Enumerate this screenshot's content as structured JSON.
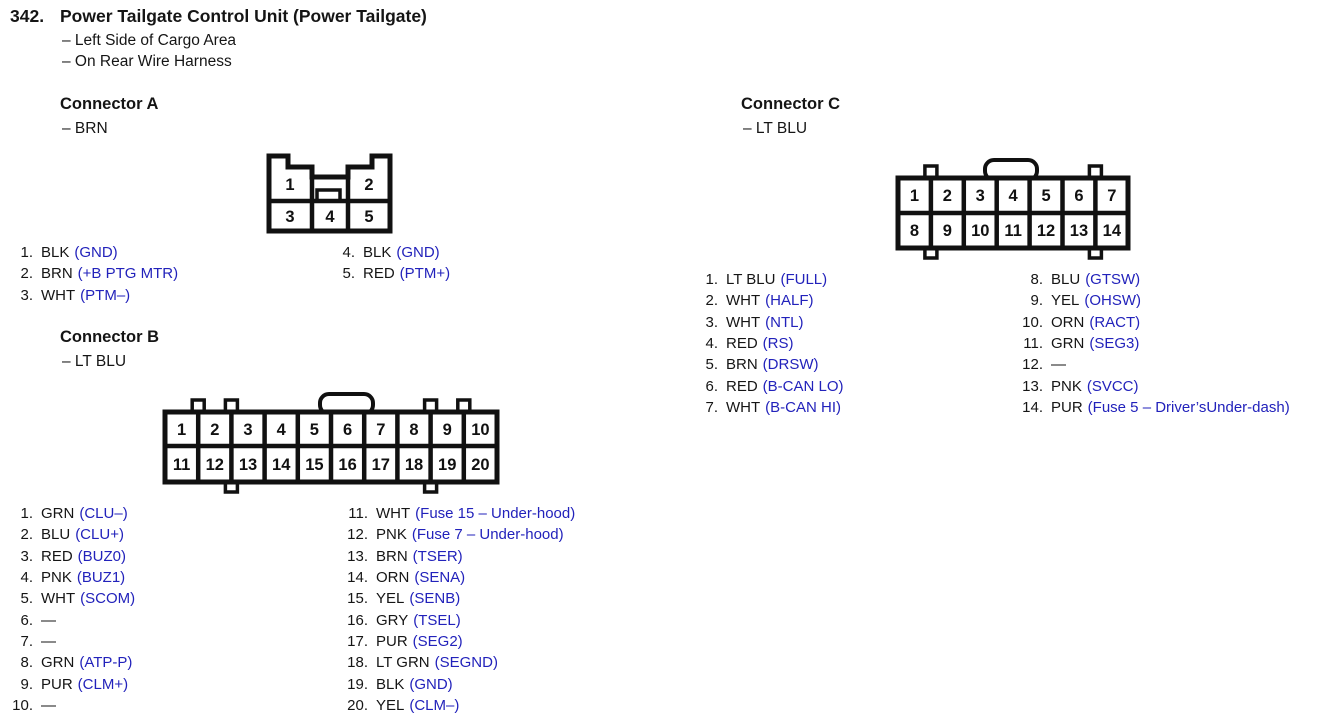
{
  "page": {
    "number": "342.",
    "title": "Power Tailgate Control Unit (Power Tailgate)",
    "location_lines": [
      "– Left Side of Cargo Area",
      "– On Rear Wire Harness"
    ]
  },
  "colors": {
    "signal_blue": "#2222bb",
    "text_black": "#151515"
  },
  "connectors": [
    {
      "id": "A",
      "heading": "Connector A",
      "color_note": "– BRN",
      "diagram": {
        "row1": [
          "1",
          "2"
        ],
        "row2": [
          "3",
          "4",
          "5"
        ]
      },
      "pins_left": [
        {
          "num": "1.",
          "wire": "BLK",
          "signal": "(GND)"
        },
        {
          "num": "2.",
          "wire": "BRN",
          "signal": "(+B PTG MTR)"
        },
        {
          "num": "3.",
          "wire": "WHT",
          "signal": "(PTM–)"
        }
      ],
      "pins_right": [
        {
          "num": "4.",
          "wire": "BLK",
          "signal": "(GND)"
        },
        {
          "num": "5.",
          "wire": "RED",
          "signal": "(PTM+)"
        }
      ]
    },
    {
      "id": "B",
      "heading": "Connector B",
      "color_note": "– LT BLU",
      "diagram": {
        "row1": [
          "1",
          "2",
          "3",
          "4",
          "5",
          "6",
          "7",
          "8",
          "9",
          "10"
        ],
        "row2": [
          "11",
          "12",
          "13",
          "14",
          "15",
          "16",
          "17",
          "18",
          "19",
          "20"
        ]
      },
      "pins_left": [
        {
          "num": "1.",
          "wire": "GRN",
          "signal": "(CLU–)"
        },
        {
          "num": "2.",
          "wire": "BLU",
          "signal": "(CLU+)"
        },
        {
          "num": "3.",
          "wire": "RED",
          "signal": "(BUZ0)"
        },
        {
          "num": "4.",
          "wire": "PNK",
          "signal": "(BUZ1)"
        },
        {
          "num": "5.",
          "wire": "WHT",
          "signal": "(SCOM)"
        },
        {
          "num": "6.",
          "wire": "—",
          "signal": ""
        },
        {
          "num": "7.",
          "wire": "—",
          "signal": ""
        },
        {
          "num": "8.",
          "wire": "GRN",
          "signal": "(ATP-P)"
        },
        {
          "num": "9.",
          "wire": "PUR",
          "signal": "(CLM+)"
        },
        {
          "num": "10.",
          "wire": "—",
          "signal": ""
        }
      ],
      "pins_right": [
        {
          "num": "11.",
          "wire": "WHT",
          "signal": "(Fuse 15 – Under-hood)"
        },
        {
          "num": "12.",
          "wire": "PNK",
          "signal": "(Fuse 7 – Under-hood)"
        },
        {
          "num": "13.",
          "wire": "BRN",
          "signal": "(TSER)"
        },
        {
          "num": "14.",
          "wire": "ORN",
          "signal": "(SENA)"
        },
        {
          "num": "15.",
          "wire": "YEL",
          "signal": "(SENB)"
        },
        {
          "num": "16.",
          "wire": "GRY",
          "signal": "(TSEL)"
        },
        {
          "num": "17.",
          "wire": "PUR",
          "signal": "(SEG2)"
        },
        {
          "num": "18.",
          "wire": "LT GRN",
          "signal": "(SEGND)"
        },
        {
          "num": "19.",
          "wire": "BLK",
          "signal": "(GND)"
        },
        {
          "num": "20.",
          "wire": "YEL",
          "signal": "(CLM–)"
        }
      ]
    },
    {
      "id": "C",
      "heading": "Connector C",
      "color_note": "– LT BLU",
      "diagram": {
        "row1": [
          "1",
          "2",
          "3",
          "4",
          "5",
          "6",
          "7"
        ],
        "row2": [
          "8",
          "9",
          "10",
          "11",
          "12",
          "13",
          "14"
        ]
      },
      "pins_left": [
        {
          "num": "1.",
          "wire": "LT BLU",
          "signal": "(FULL)"
        },
        {
          "num": "2.",
          "wire": "WHT",
          "signal": "(HALF)"
        },
        {
          "num": "3.",
          "wire": "WHT",
          "signal": "(NTL)"
        },
        {
          "num": "4.",
          "wire": "RED",
          "signal": "(RS)"
        },
        {
          "num": "5.",
          "wire": "BRN",
          "signal": "(DRSW)"
        },
        {
          "num": "6.",
          "wire": "RED",
          "signal": "(B-CAN LO)"
        },
        {
          "num": "7.",
          "wire": "WHT",
          "signal": "(B-CAN HI)"
        }
      ],
      "pins_right": [
        {
          "num": "8.",
          "wire": "BLU",
          "signal": "(GTSW)"
        },
        {
          "num": "9.",
          "wire": "YEL",
          "signal": "(OHSW)"
        },
        {
          "num": "10.",
          "wire": "ORN",
          "signal": "(RACT)"
        },
        {
          "num": "11.",
          "wire": "GRN",
          "signal": "(SEG3)"
        },
        {
          "num": "12.",
          "wire": "—",
          "signal": ""
        },
        {
          "num": "13.",
          "wire": "PNK",
          "signal": "(SVCC)"
        },
        {
          "num": "14.",
          "wire": "PUR",
          "signal": "(Fuse 5 – Driver’sUnder-dash)"
        }
      ]
    }
  ]
}
